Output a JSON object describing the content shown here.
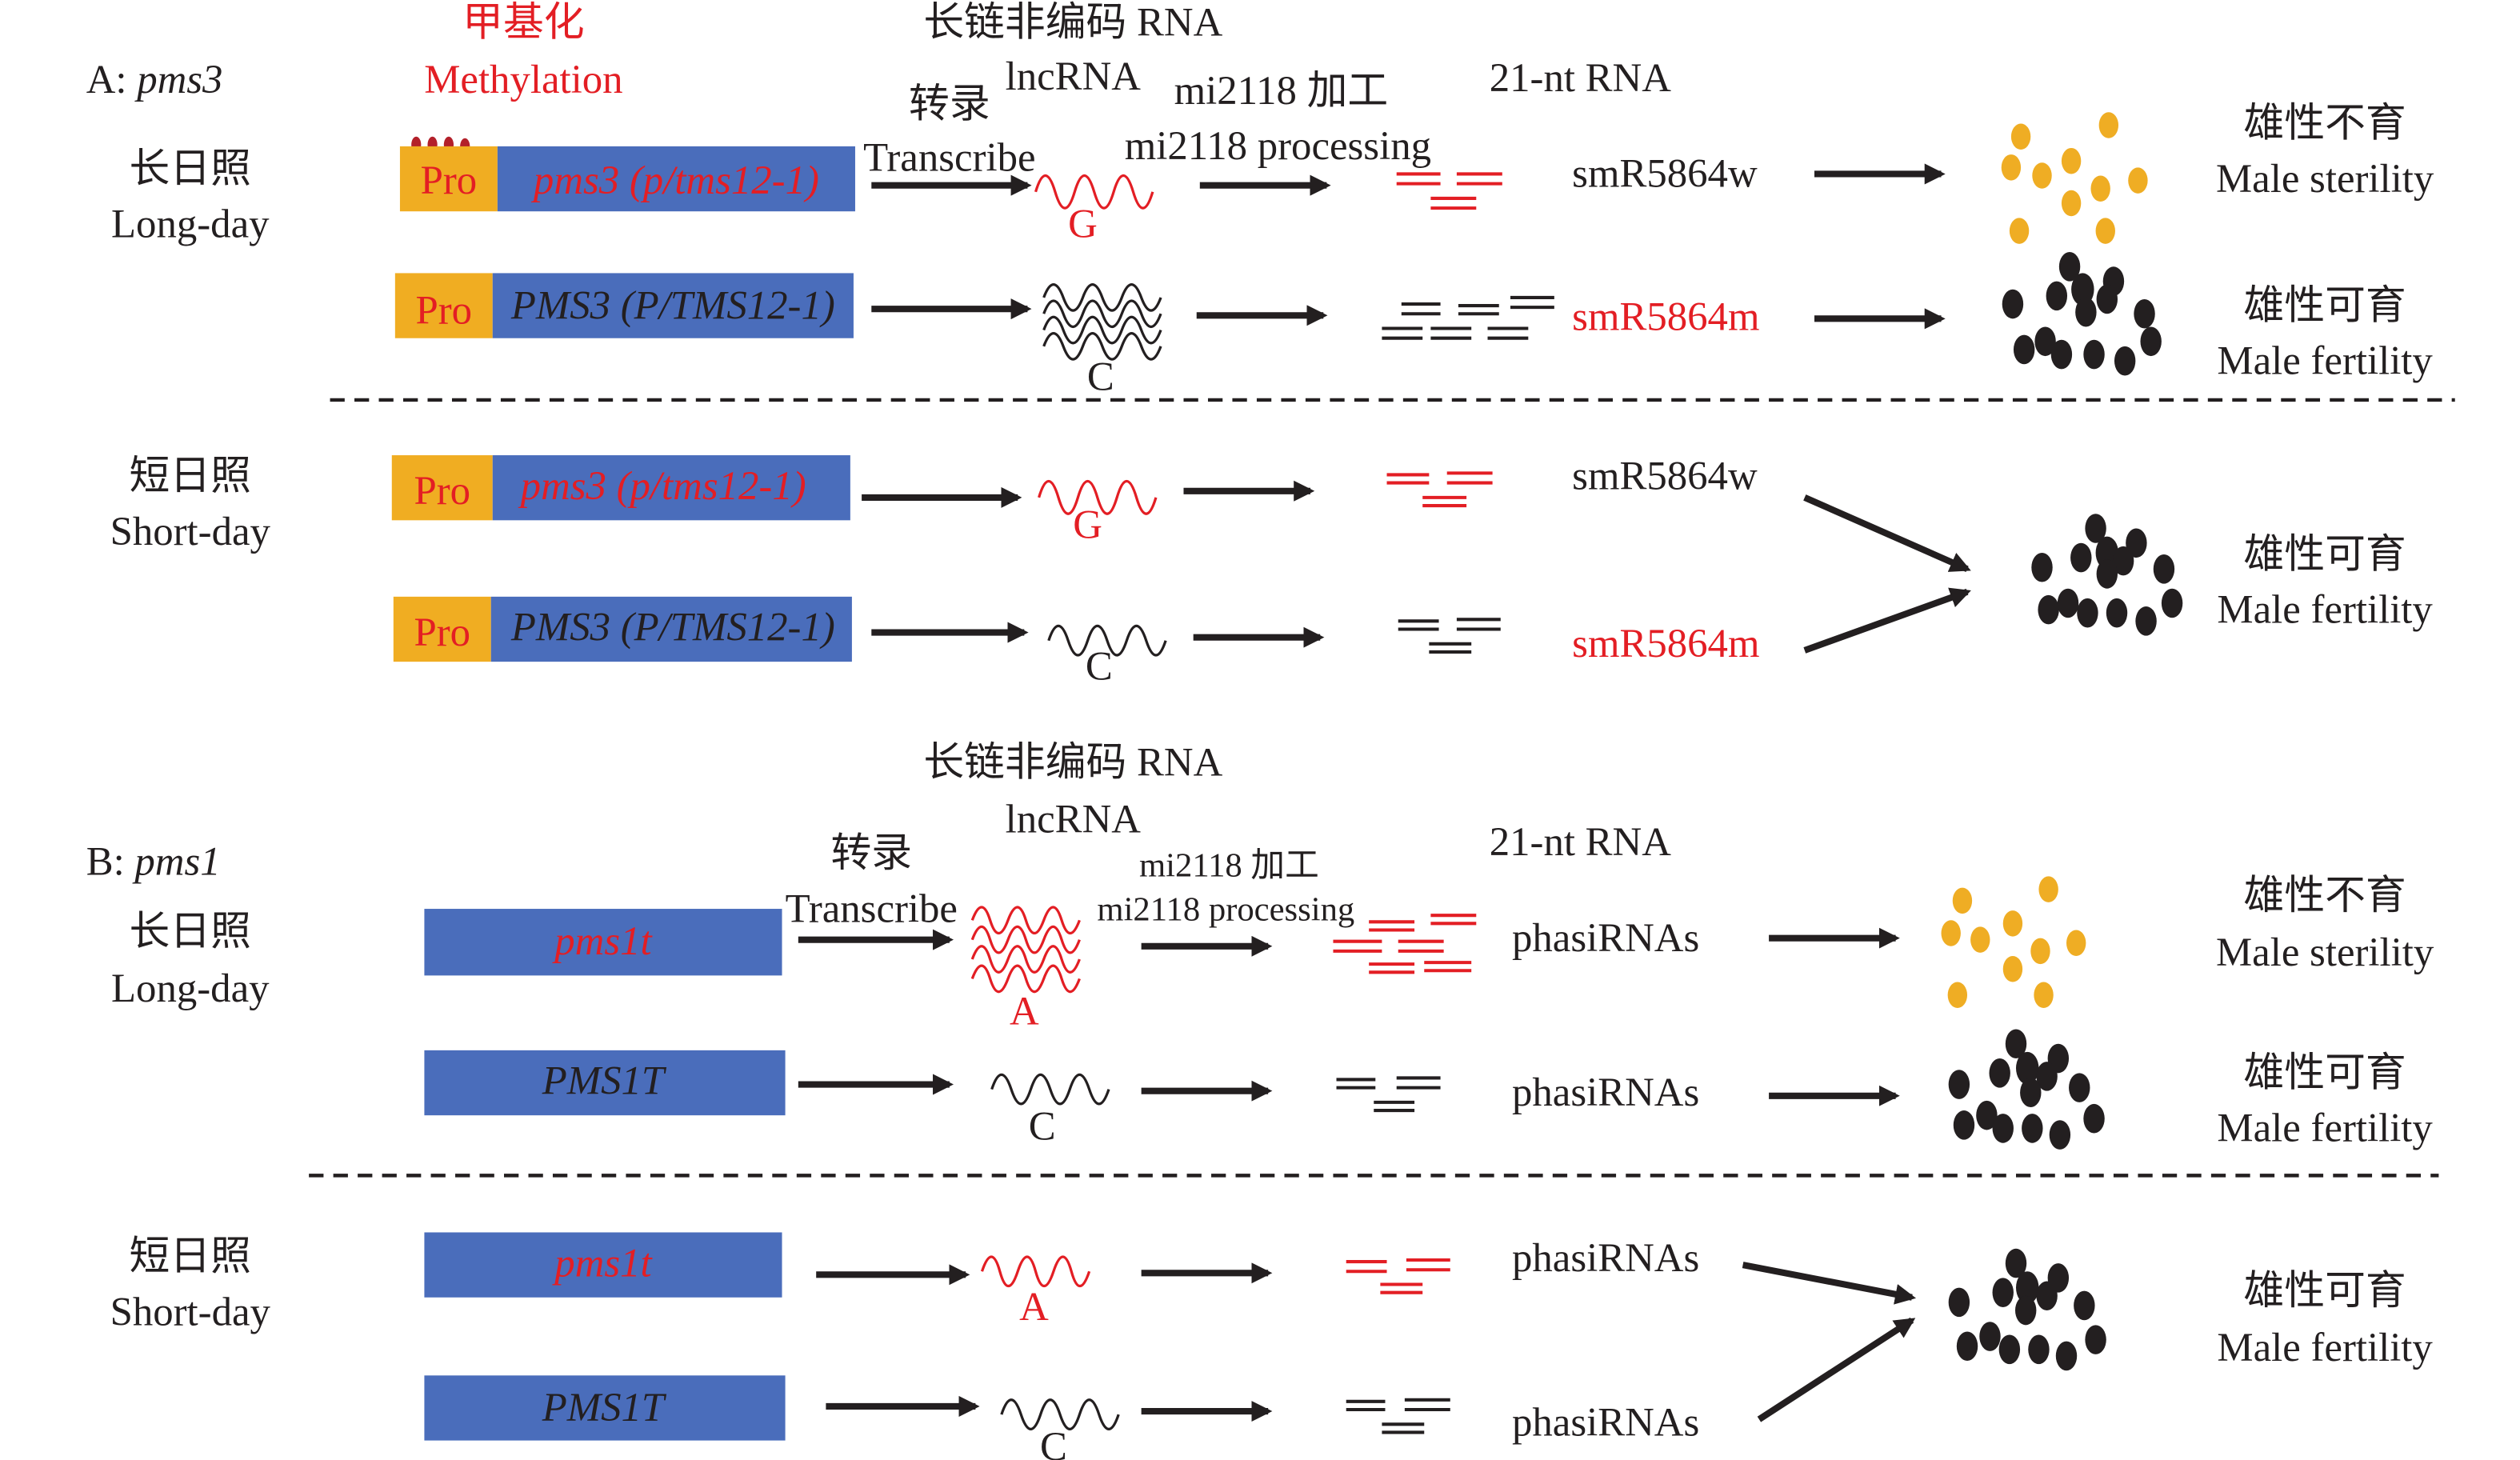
{
  "colors": {
    "red": "#e31e24",
    "black": "#231f20",
    "gene_box": "#4a6dbb",
    "promoter_box": "#f0ad22",
    "methyl_dot": "#b3202a",
    "sterile_pollen": "#efad24",
    "fertile_pollen": "#231f20"
  },
  "panel_a": {
    "title_prefix": "A: ",
    "title_gene": "pms3",
    "header": {
      "methylation_cn": "甲基化",
      "methylation_en": "Methylation",
      "lncrna_cn": "长链非编码 RNA",
      "lncrna_en": "lncRNA",
      "transcribe_cn": "转录",
      "transcribe_en": "Transcribe",
      "processing_cn": "mi2118 加工",
      "processing_en": "mi2118 processing",
      "small_rna": "21-nt RNA"
    },
    "long_day": {
      "label_cn": "长日照",
      "label_en": "Long-day",
      "rows": [
        {
          "promoter": "Pro",
          "gene": "pms3",
          "gene_alias": " (p/tms12-1)",
          "gene_red": true,
          "methylated": true,
          "snp": "G",
          "snp_red": true,
          "srna": "smR5864w",
          "srna_red": false,
          "outcome_cn": "雄性不育",
          "outcome_en": "Male sterility",
          "pollen": "sterile"
        },
        {
          "promoter": "Pro",
          "gene": "PMS3",
          "gene_alias": " (P/TMS12-1)",
          "gene_red": false,
          "methylated": false,
          "snp": "C",
          "snp_red": false,
          "srna": "smR5864m",
          "srna_red": true,
          "outcome_cn": "雄性可育",
          "outcome_en": "Male fertility",
          "pollen": "fertile"
        }
      ]
    },
    "short_day": {
      "label_cn": "短日照",
      "label_en": "Short-day",
      "rows": [
        {
          "promoter": "Pro",
          "gene": "pms3",
          "gene_alias": " (p/tms12-1)",
          "gene_red": true,
          "snp": "G",
          "snp_red": true,
          "srna": "smR5864w",
          "srna_red": false
        },
        {
          "promoter": "Pro",
          "gene": "PMS3",
          "gene_alias": " (P/TMS12-1)",
          "gene_red": false,
          "snp": "C",
          "snp_red": false,
          "srna": "smR5864m",
          "srna_red": true
        }
      ],
      "outcome_cn": "雄性可育",
      "outcome_en": "Male fertility"
    }
  },
  "panel_b": {
    "title_prefix": "B: ",
    "title_gene": "pms1",
    "header": {
      "lncrna_cn": "长链非编码 RNA",
      "lncrna_en": "lncRNA",
      "transcribe_cn": "转录",
      "transcribe_en": "Transcribe",
      "processing_cn": "mi2118 加工",
      "processing_en": "mi2118 processing",
      "small_rna": "21-nt RNA"
    },
    "long_day": {
      "label_cn": "长日照",
      "label_en": "Long-day",
      "rows": [
        {
          "gene": "pms1t",
          "gene_red": true,
          "snp": "A",
          "snp_red": true,
          "srna": "phasiRNAs",
          "outcome_cn": "雄性不育",
          "outcome_en": "Male sterility",
          "pollen": "sterile"
        },
        {
          "gene": "PMS1T",
          "gene_red": false,
          "snp": "C",
          "snp_red": false,
          "srna": "phasiRNAs",
          "outcome_cn": "雄性可育",
          "outcome_en": "Male fertility",
          "pollen": "fertile"
        }
      ]
    },
    "short_day": {
      "label_cn": "短日照",
      "label_en": "Short-day",
      "rows": [
        {
          "gene": "pms1t",
          "gene_red": true,
          "snp": "A",
          "snp_red": true,
          "srna": "phasiRNAs"
        },
        {
          "gene": "PMS1T",
          "gene_red": false,
          "snp": "C",
          "snp_red": false,
          "srna": "phasiRNAs"
        }
      ],
      "outcome_cn": "雄性可育",
      "outcome_en": "Male fertility"
    }
  }
}
